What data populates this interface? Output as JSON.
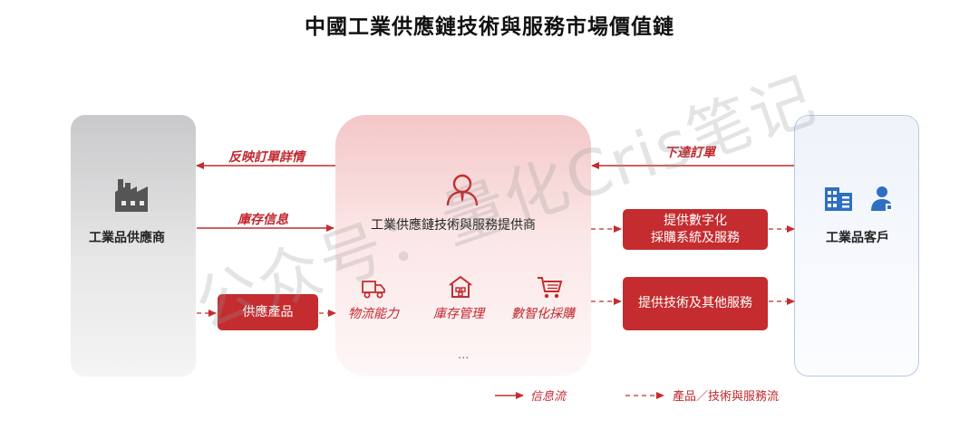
{
  "title": "中國工業供應鏈技術與服務市場價值鏈",
  "nodes": {
    "supplier": "工業品供應商",
    "provider": "工業供應鏈技術與服務提供商",
    "customer": "工業品客戶"
  },
  "flows": {
    "feedback": "反映訂單詳情",
    "inventory": "庫存信息",
    "order": "下達訂單"
  },
  "boxes": {
    "supply_products": "供應產品",
    "digital_system": "提供數字化\n採購系統及服務",
    "tech_services": "提供技術及其他服務"
  },
  "capabilities": [
    "物流能力",
    "庫存管理",
    "數智化採購"
  ],
  "ellipsis": "...",
  "legend": {
    "info_flow": "信息流",
    "product_flow": "產品／技術與服務流"
  },
  "watermark": "公众号：量化Cris笔记",
  "icons": {
    "supplier": "factory-icon",
    "provider": "person-icon",
    "customer": "building-user-icon",
    "logistics": "truck-icon",
    "inventory": "warehouse-icon",
    "procurement": "cart-icon"
  },
  "colors": {
    "accent": "#c42c2f",
    "provider_bg": "#f3c7c8",
    "supplier_bg": "#c9c9cb",
    "customer_bg": "#eef3fa",
    "customer_icon": "#2f6fc3"
  }
}
